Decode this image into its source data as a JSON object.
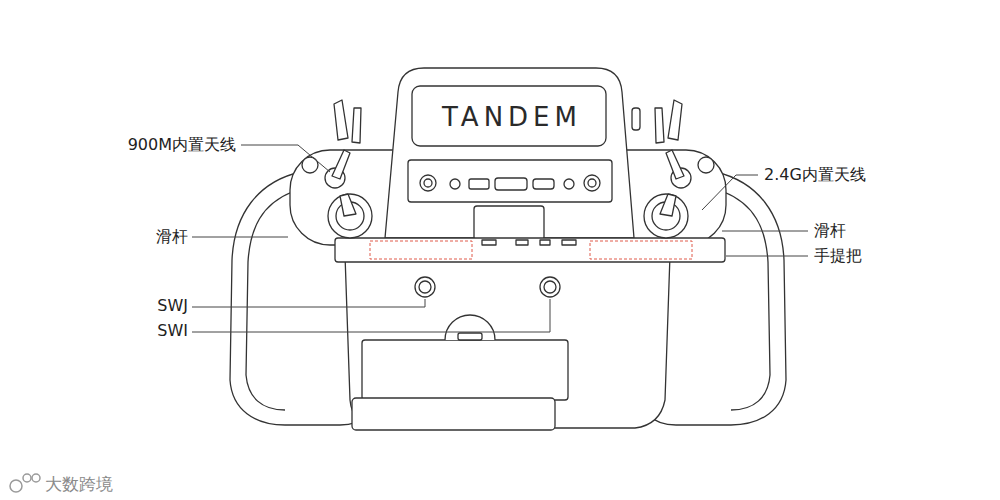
{
  "diagram": {
    "labels": [
      "TANDEM",
      "900M内置天线",
      "2.4G内置天线",
      "滑杆",
      "滑杆",
      "手提把",
      "SWJ",
      "SWI",
      "大数跨境"
    ]
  }
}
